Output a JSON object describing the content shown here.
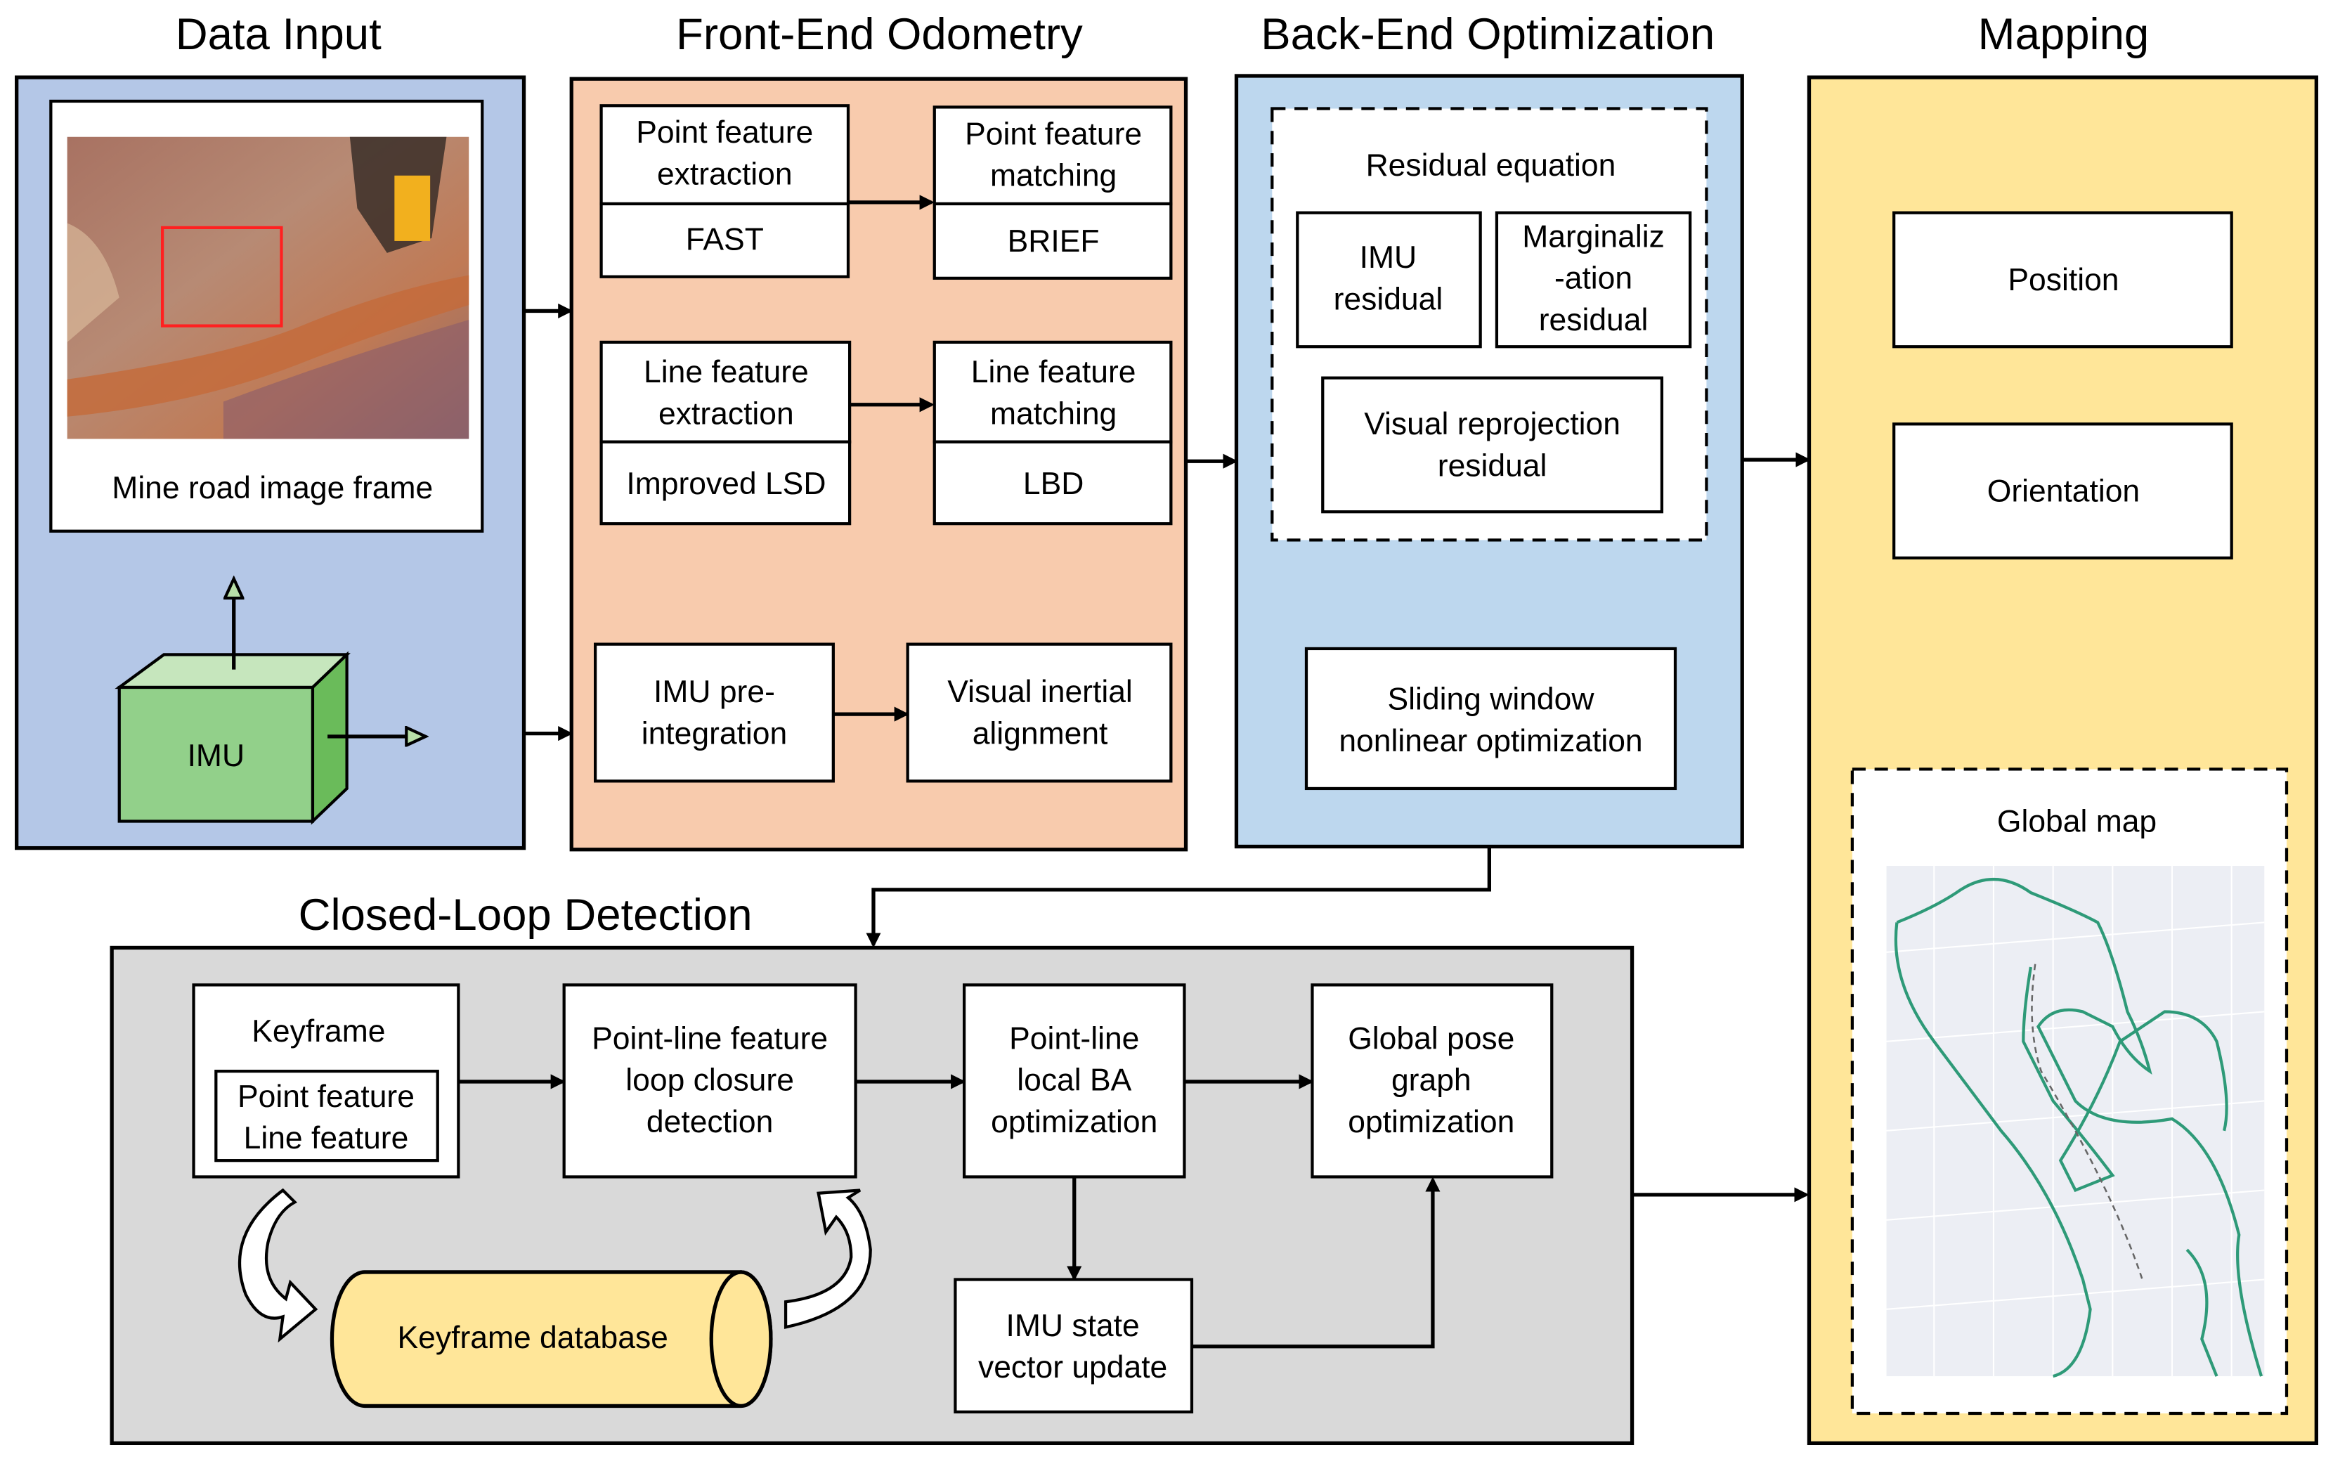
{
  "colors": {
    "data_input_panel": "#b4c7e7",
    "front_end_panel": "#f8cbad",
    "back_end_panel": "#bdd7ee",
    "mapping_panel": "#ffe699",
    "closed_loop_panel": "#d9d9d9",
    "imu_block": "#92d08a",
    "keyframe_database": "#ffe699",
    "trajectory": "#2e9a78",
    "roi_box": "#ff2020"
  },
  "data_input": {
    "title": "Data Input",
    "image_caption": "Mine road image frame",
    "imu_label": "IMU"
  },
  "front_end": {
    "title": "Front-End Odometry",
    "point_extraction": [
      "Point feature",
      "extraction"
    ],
    "point_extraction_method": "FAST",
    "point_matching": [
      "Point feature",
      "matching"
    ],
    "point_matching_method": "BRIEF",
    "line_extraction": [
      "Line feature",
      "extraction"
    ],
    "line_extraction_method": "Improved LSD",
    "line_matching": [
      "Line feature",
      "matching"
    ],
    "line_matching_method": "LBD",
    "imu_preintegration": [
      "IMU pre-",
      "integration"
    ],
    "visual_inertial_alignment": [
      "Visual inertial",
      "alignment"
    ]
  },
  "back_end": {
    "title": "Back-End Optimization",
    "residual_equation": "Residual equation",
    "imu_residual": [
      "IMU",
      "residual"
    ],
    "marginalization_residual": [
      "Marginaliz",
      "-ation",
      "residual"
    ],
    "visual_reprojection_residual": [
      "Visual reprojection",
      "residual"
    ],
    "sliding_window": [
      "Sliding window",
      "nonlinear optimization"
    ]
  },
  "mapping": {
    "title": "Mapping",
    "position": "Position",
    "orientation": "Orientation",
    "global_map": "Global map"
  },
  "closed_loop": {
    "title": "Closed-Loop Detection",
    "keyframe": "Keyframe",
    "keyframe_features": [
      "Point feature",
      "Line feature"
    ],
    "loop_closure": [
      "Point-line feature",
      "loop closure",
      "detection"
    ],
    "local_ba": [
      "Point-line",
      "local BA",
      "optimization"
    ],
    "global_pose_graph": [
      "Global pose",
      "graph",
      "optimization"
    ],
    "imu_state_update": [
      "IMU state",
      "vector update"
    ],
    "keyframe_database": "Keyframe database"
  }
}
